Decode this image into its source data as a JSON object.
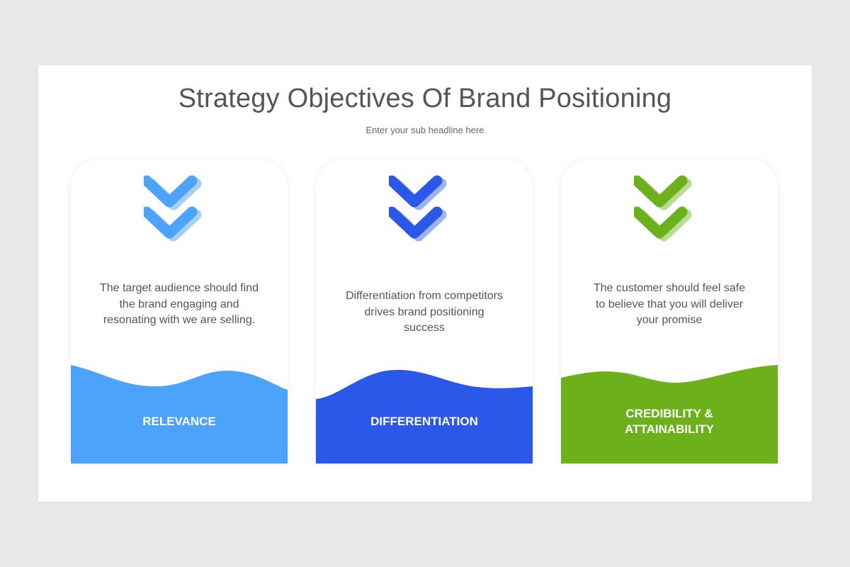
{
  "slide": {
    "title": "Strategy Objectives Of Brand Positioning",
    "subtitle": "Enter your sub headline here"
  },
  "cards": [
    {
      "description": "The target audience should find the brand engaging and resonating with we are selling.",
      "label": "RELEVANCE",
      "icon": "double-chevron-down-icon",
      "color": "#4da3fb",
      "color_light": "#a7cffb"
    },
    {
      "description": "Differentiation from competitors drives brand positioning success",
      "label": "DIFFERENTIATION",
      "icon": "double-chevron-down-icon",
      "color": "#2b58e8",
      "color_light": "#9fb2f3"
    },
    {
      "description": "The customer should feel safe to believe that you will deliver your promise",
      "label_line1": "CREDIBILITY &",
      "label_line2": "ATTAINABILITY",
      "icon": "double-chevron-down-icon",
      "color": "#6cb01c",
      "color_light": "#b6dc96"
    }
  ]
}
